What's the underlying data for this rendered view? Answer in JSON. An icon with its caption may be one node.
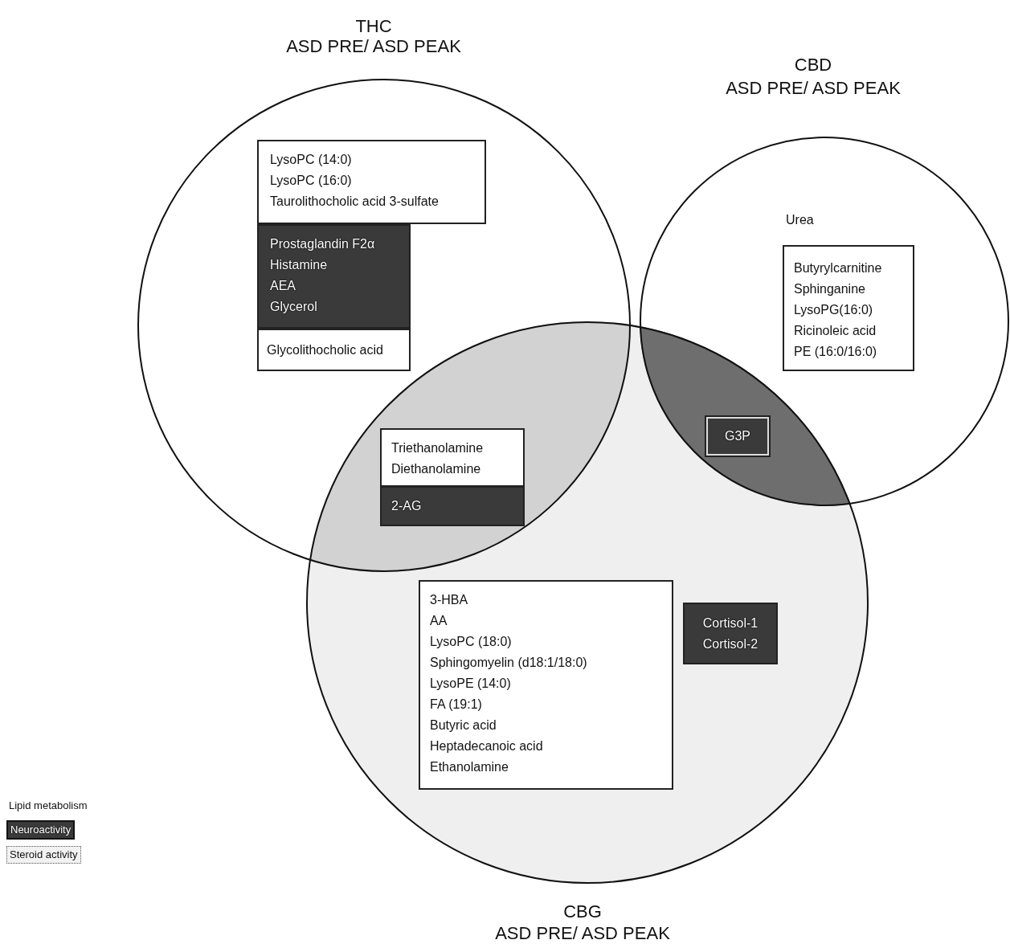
{
  "diagram": {
    "nodes": [
      {
        "text": [
          "THC",
          "ASD PRE/ ASD PEAK"
        ]
      },
      {
        "text": [
          "CBD",
          "ASD PRE/ ASD PEAK"
        ]
      },
      {
        "text": [
          "CBG",
          "ASD PRE/ ASD PEAK"
        ]
      },
      {
        "text": [
          "LysoPC (14:0)",
          "LysoPC (16:0)",
          "Taurolithocholic acid 3-sulfate"
        ],
        "in": 0
      },
      {
        "text": [
          "Prostaglandin F2α",
          "Histamine",
          "AEA",
          "Glycerol"
        ],
        "in": 0
      },
      {
        "text": [
          "Glycolithocholic acid"
        ],
        "in": 0
      },
      {
        "text": [
          "Butyrylcarnitine",
          "Sphinganine",
          "LysoPG(16:0)",
          "Ricinoleic acid",
          "PE (16:0/16:0)"
        ],
        "in": 1
      },
      {
        "text": [
          "Triethanolamine",
          "Diethanolamine"
        ]
      },
      {
        "text": [
          "2-AG"
        ]
      },
      {
        "text": [
          "G3P"
        ]
      },
      {
        "text": [
          "3-HBA",
          "AA",
          "LysoPC (18:0)",
          "Sphingomyelin (d18:1/18:0)",
          "LysoPE (14:0)",
          "FA (19:1)",
          "Butyric acid",
          "Heptadecanoic acid",
          "Ethanolamine"
        ],
        "in": 2
      },
      {
        "text": [
          "Cortisol-1",
          "Cortisol-2"
        ],
        "in": 2
      }
    ],
    "edges": [],
    "labels": [
      "Urea"
    ],
    "legend": [
      {
        "text": "Lipid metabolism",
        "color": "#ffffff"
      },
      {
        "text": "Neuroactivity",
        "color": "#3a3a3a"
      },
      {
        "text": "Steroid activity",
        "color": "#f2f2f2"
      }
    ]
  }
}
